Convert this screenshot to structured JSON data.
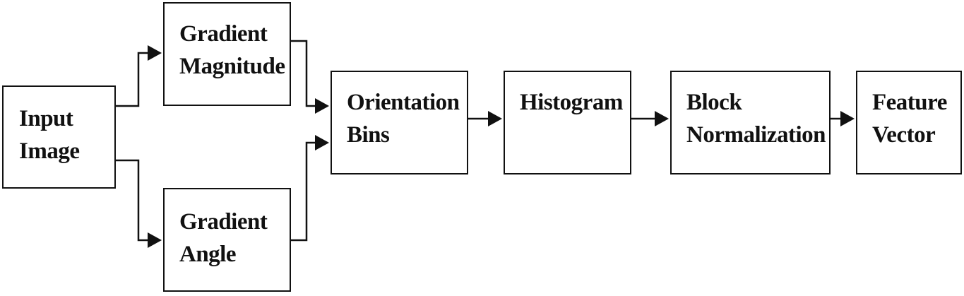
{
  "diagram": {
    "nodes": {
      "input": {
        "lines": [
          "Input",
          "Image"
        ]
      },
      "mag": {
        "lines": [
          "Gradient",
          "Magnitude"
        ]
      },
      "ang": {
        "lines": [
          "Gradient",
          "Angle"
        ]
      },
      "orient": {
        "lines": [
          "Orientation",
          "Bins"
        ]
      },
      "hist": {
        "lines": [
          "Histogram"
        ]
      },
      "block": {
        "lines": [
          "Block",
          "Normalization"
        ]
      },
      "feat": {
        "lines": [
          "Feature",
          "Vector"
        ]
      }
    },
    "edges": [
      {
        "from": "input",
        "to": "mag"
      },
      {
        "from": "input",
        "to": "ang"
      },
      {
        "from": "mag",
        "to": "orient"
      },
      {
        "from": "ang",
        "to": "orient"
      },
      {
        "from": "orient",
        "to": "hist"
      },
      {
        "from": "hist",
        "to": "block"
      },
      {
        "from": "block",
        "to": "feat"
      }
    ],
    "colors": {
      "stroke": "#111111",
      "background": "#ffffff"
    }
  }
}
